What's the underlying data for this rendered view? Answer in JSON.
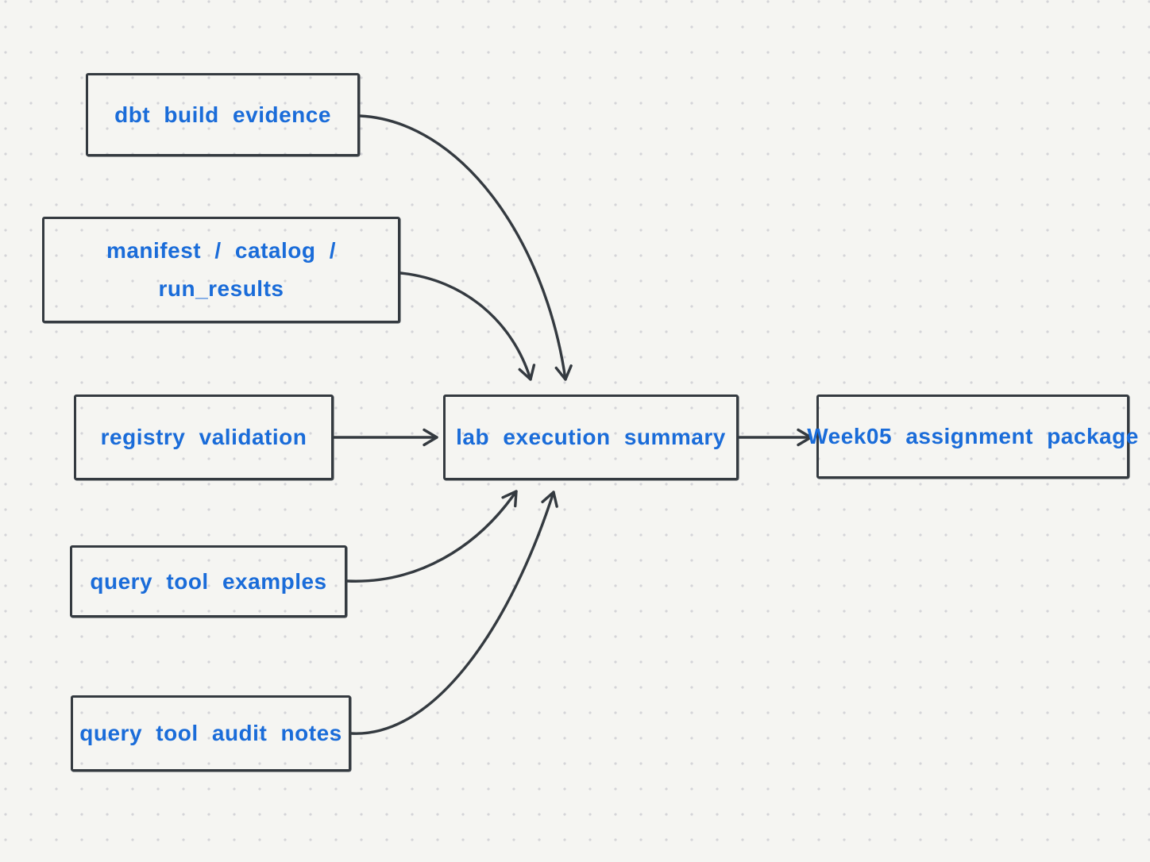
{
  "diagram": {
    "colors": {
      "background": "#f5f5f2",
      "dot": "#d4d4d8",
      "stroke": "#343a40",
      "text": "#1a6cd9"
    },
    "nodes": {
      "dbt_build_evidence": {
        "label": "dbt build evidence"
      },
      "manifest_catalog_run_results": {
        "line1": "manifest / catalog /",
        "line2": "run_results"
      },
      "registry_validation": {
        "label": "registry validation"
      },
      "lab_execution_summary": {
        "label": "lab execution summary"
      },
      "week05_assignment_package": {
        "label": "Week05 assignment package"
      },
      "query_tool_examples": {
        "label": "query tool examples"
      },
      "query_tool_audit_notes": {
        "label": "query tool audit notes"
      }
    },
    "edges": [
      {
        "from": "dbt build evidence",
        "to": "lab execution summary"
      },
      {
        "from": "manifest / catalog / run_results",
        "to": "lab execution summary"
      },
      {
        "from": "registry validation",
        "to": "lab execution summary"
      },
      {
        "from": "query tool examples",
        "to": "lab execution summary"
      },
      {
        "from": "query tool audit notes",
        "to": "lab execution summary"
      },
      {
        "from": "lab execution summary",
        "to": "Week05 assignment package"
      }
    ]
  }
}
